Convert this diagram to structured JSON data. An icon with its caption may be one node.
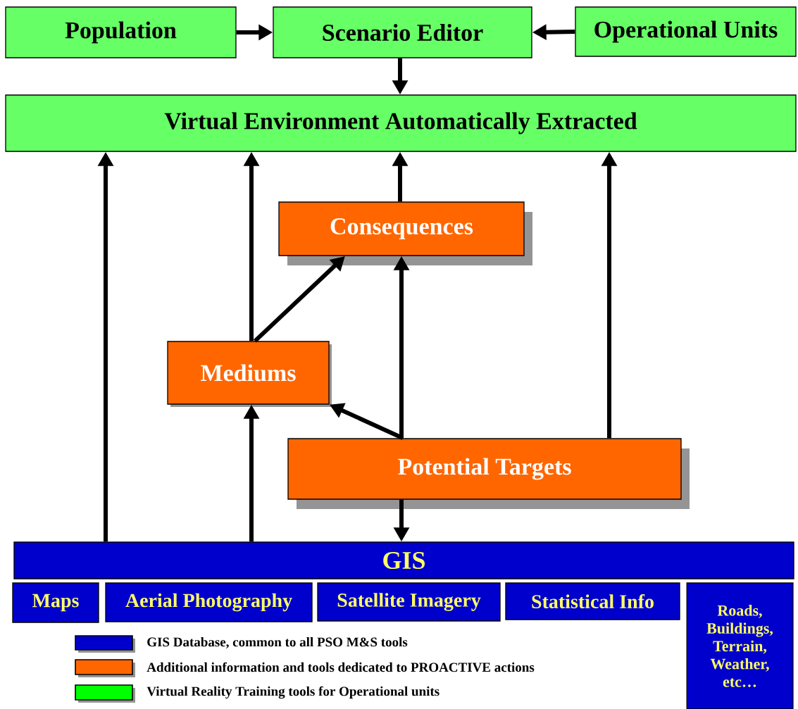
{
  "diagram": {
    "nodes": [
      {
        "text": [
          "Population"
        ]
      },
      {
        "text": [
          "Scenario Editor"
        ]
      },
      {
        "text": [
          "Operational Units"
        ]
      },
      {
        "text": [
          "Virtual Environment Automatically Extracted"
        ]
      },
      {
        "text": [
          "Consequences"
        ]
      },
      {
        "text": [
          "Mediums"
        ]
      },
      {
        "text": [
          "Potential Targets"
        ]
      },
      {
        "text": [
          "GIS"
        ]
      },
      {
        "text": [
          "Maps"
        ]
      },
      {
        "text": [
          "Aerial Photography"
        ]
      },
      {
        "text": [
          "Satellite Imagery"
        ]
      },
      {
        "text": [
          "Statistical Info"
        ]
      },
      {
        "text": [
          "Roads, Buildings, Terrain, Weather, etc…"
        ]
      }
    ],
    "edges": [
      {
        "from": 0,
        "to": 1,
        "arrow": "to"
      },
      {
        "from": 2,
        "to": 1,
        "arrow": "to"
      },
      {
        "from": 1,
        "to": 3,
        "arrow": "to"
      },
      {
        "from": 7,
        "to": 3,
        "arrow": "to"
      },
      {
        "from": 5,
        "to": 3,
        "arrow": "to"
      },
      {
        "from": 4,
        "to": 3,
        "arrow": "to"
      },
      {
        "from": 6,
        "to": 3,
        "arrow": "to"
      },
      {
        "from": 5,
        "to": 4,
        "arrow": "to"
      },
      {
        "from": 6,
        "to": 4,
        "arrow": "to"
      },
      {
        "from": 6,
        "to": 5,
        "arrow": "to"
      },
      {
        "from": 7,
        "to": 5,
        "arrow": "to"
      },
      {
        "from": 6,
        "to": 7,
        "arrow": "to"
      }
    ],
    "legend": [
      {
        "text": "GIS Database, common to all PSO M&S tools",
        "color": "#0000cc"
      },
      {
        "text": "Additional information and tools dedicated to PROACTIVE actions",
        "color": "#ff6600"
      },
      {
        "text": "Virtual Reality Training tools for Operational units",
        "color": "#00ff00"
      }
    ]
  }
}
